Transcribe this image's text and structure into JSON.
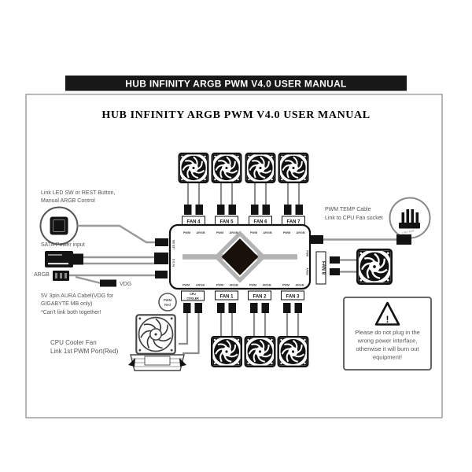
{
  "banner": {
    "title": "HUB INFINITY ARGB PWM V4.0 USER MANUAL"
  },
  "doc": {
    "title": "HUB INFINITY ARGB PWM V4.0 USER MANUAL"
  },
  "colors": {
    "banner_bg": "#181818",
    "ink": "#111111",
    "annotation": "#555555",
    "cable": "#999999",
    "trace": "#b3b3b3"
  },
  "left_annotations": {
    "led_sw_1": "Link LED SW or REST Button,",
    "led_sw_2": "Manual ARGB Control",
    "sata": "SATA Power input",
    "argb": "ARGB",
    "vdg": "VDG",
    "aura_1": "5V 3pin AURA Cabel(VDG for",
    "aura_2": "GIGABYTE MB only)",
    "aura_note": "*Can't link both together!",
    "cpu_cooler_1": "CPU Cooler Fan",
    "cpu_cooler_2": "Link 1st PWM Port(Red)"
  },
  "right_annotations": {
    "pwm_temp_1": "PWM TEMP Cable",
    "pwm_temp_2": "Link to CPU Fan socket",
    "cpu_fan_socket": "CPU FAN",
    "warning": {
      "mark": "!",
      "line1": "Please do not plug in the",
      "line2": "wrong power interface,",
      "line3": "otherwise it will burn out",
      "line4": "equipment!"
    }
  },
  "hub": {
    "fan_top": [
      "FAN 4",
      "FAN 5",
      "FAN 6",
      "FAN 7"
    ],
    "fan_bottom": [
      "FAN 1",
      "FAN 2",
      "FAN 3"
    ],
    "fan_right": "FAN 8",
    "cpu_cooler_port_1": "CPU",
    "cpu_cooler_port_2": "COOLER",
    "port_pwm": "PWM",
    "port_argb": "ARGB",
    "left_port_1": "LED SW",
    "left_port_2": "5V D G",
    "badge_pwm_red_1": "PWM",
    "badge_pwm_red_2": "Red"
  }
}
